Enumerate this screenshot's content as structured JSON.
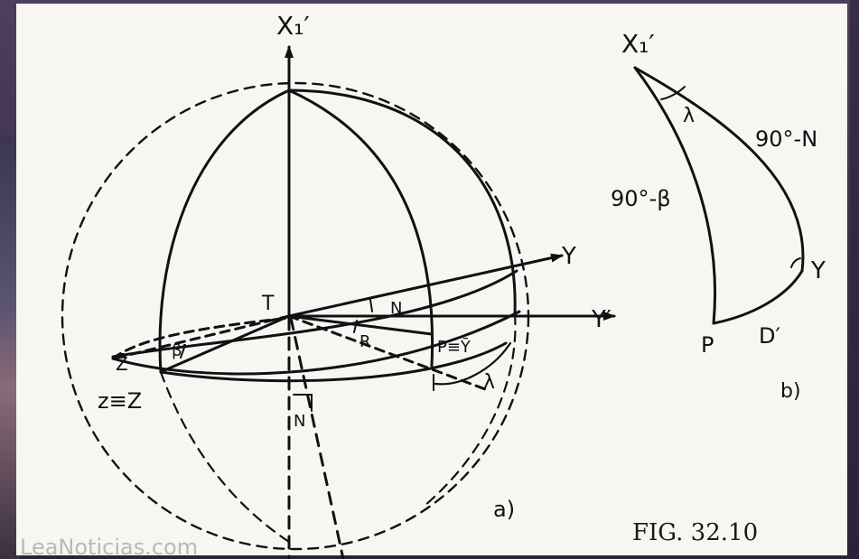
{
  "figure_a": {
    "labels": {
      "pole": "X₁′",
      "center": "T",
      "axis_y": "Y",
      "axis_y_prime": "Y′",
      "angle_n": "N",
      "angle_r": "R",
      "point_py": "P≡Ȳ",
      "z_bar": "Z̄",
      "beta_prime": "β′",
      "zenith": "z≡Z",
      "nadir_n": "N",
      "lambda": "λ",
      "caption": "a)"
    }
  },
  "figure_b": {
    "labels": {
      "vertex_x": "X₁′",
      "lambda": "λ",
      "side_90_n": "90°-N",
      "side_90_beta": "90°-β",
      "vertex_y": "Y",
      "vertex_p": "P",
      "side_d": "D′",
      "caption": "b)"
    }
  },
  "figure_label": "FIG. 32.10",
  "watermark": "LeaNoticias.com"
}
